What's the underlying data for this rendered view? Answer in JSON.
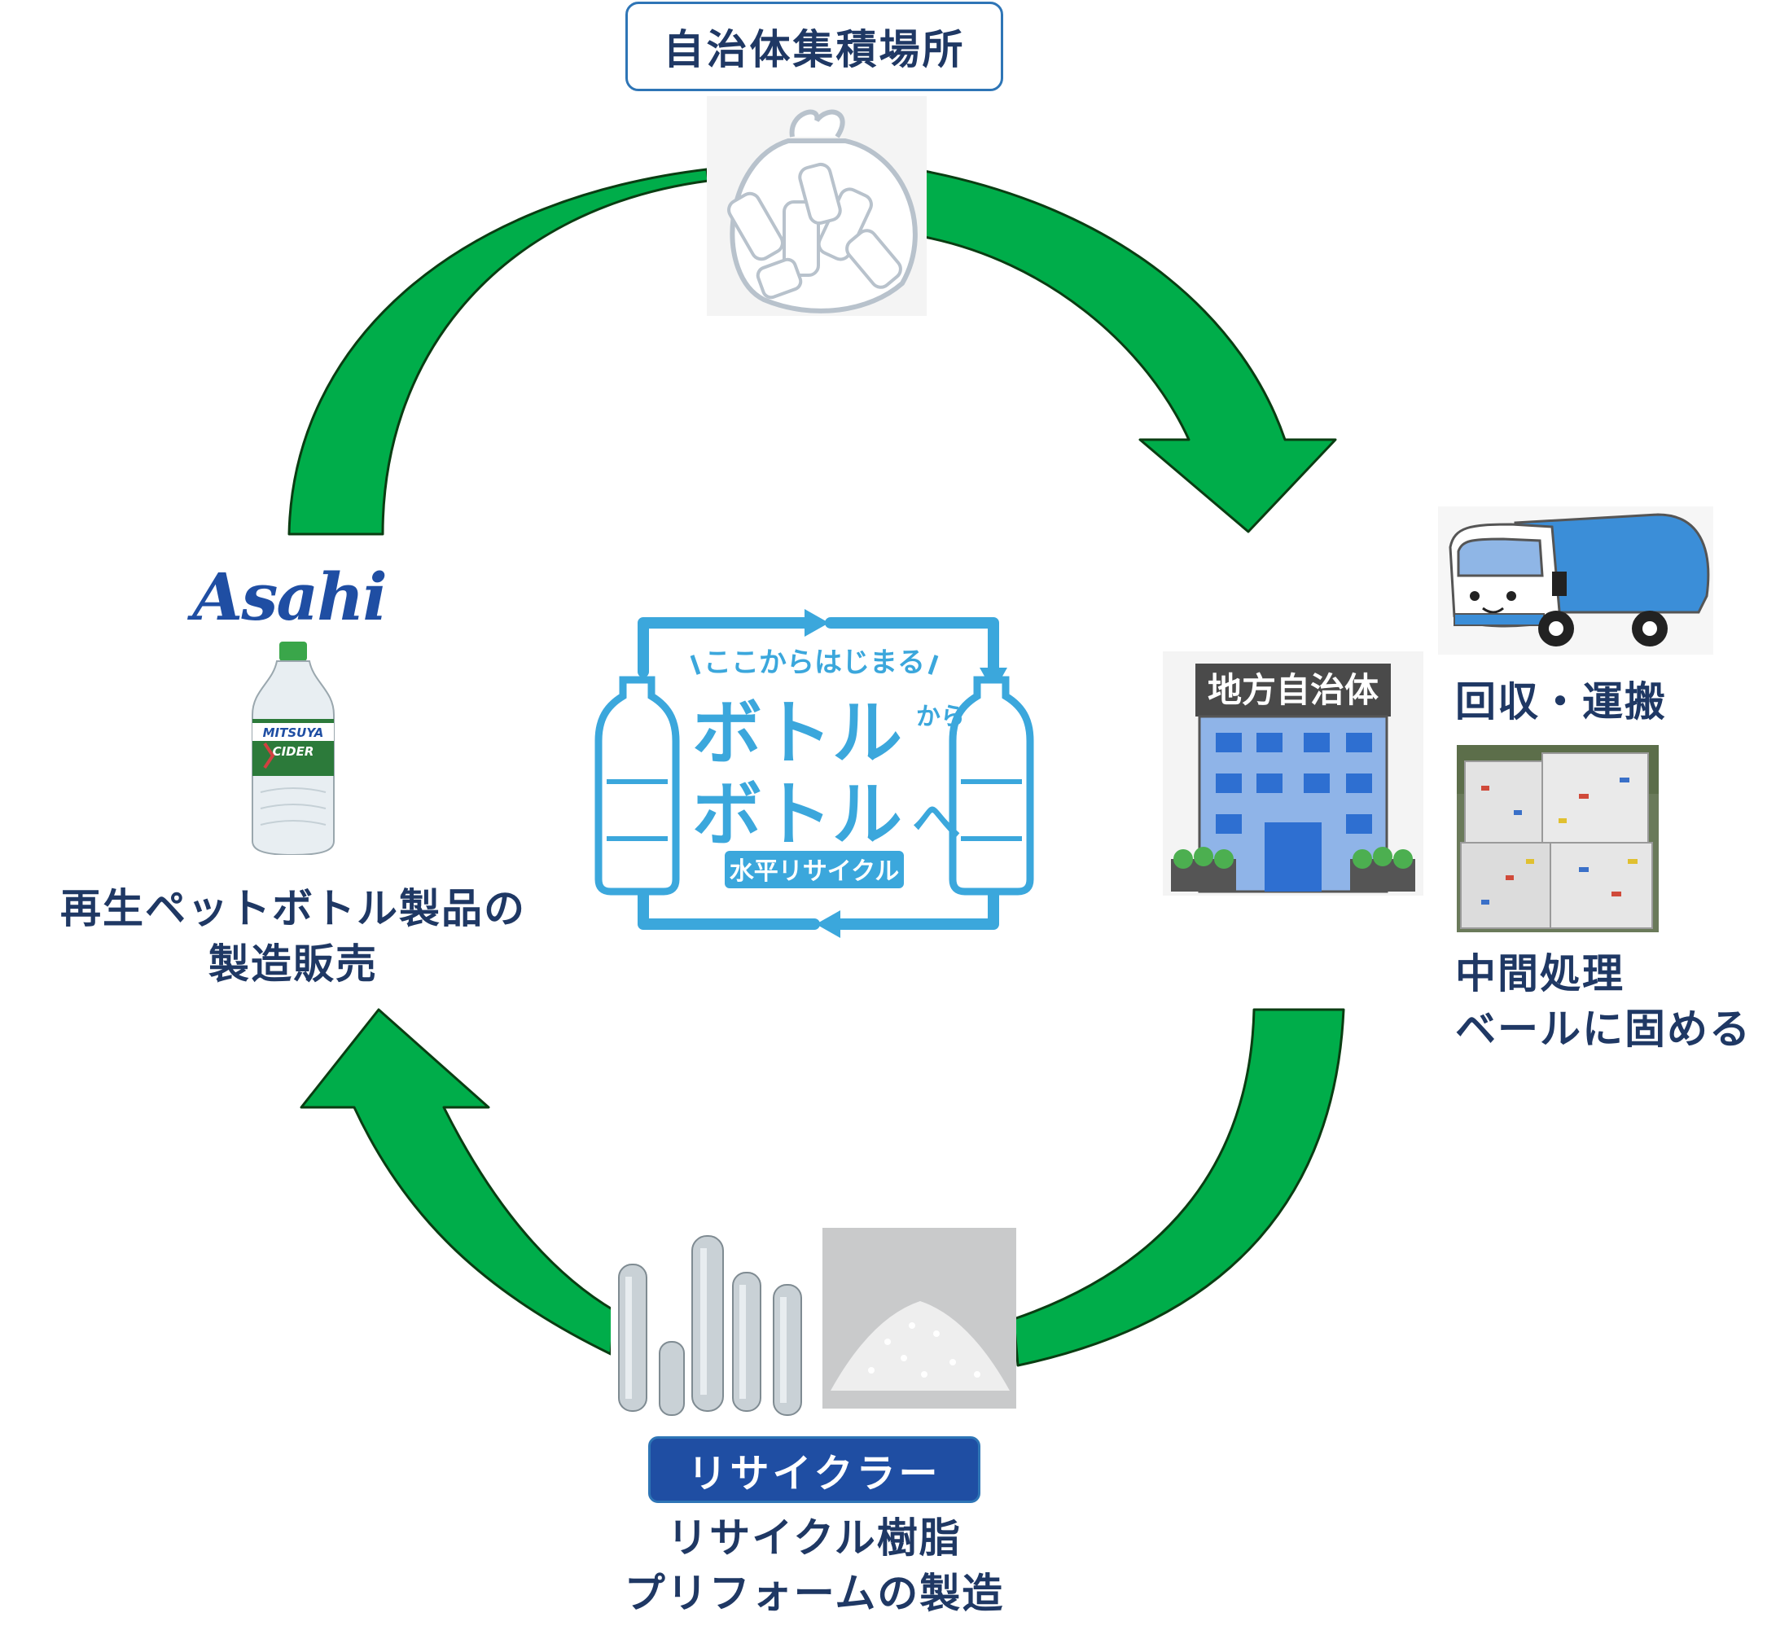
{
  "nodes": {
    "collection_site": {
      "label": "自治体集積場所"
    },
    "collection_transport": {
      "label": "回収・運搬"
    },
    "municipality_building": {
      "sign": "地方自治体"
    },
    "intermediate_processing": {
      "line1": "中間処理",
      "line2": "ベールに固める"
    },
    "recycler": {
      "badge": "リサイクラー",
      "line1": "リサイクル樹脂",
      "line2": "プリフォームの製造"
    },
    "asahi": {
      "logo": "Asahi",
      "line1": "再生ペットボトル製品の",
      "line2": "製造販売"
    }
  },
  "product": {
    "brand_line1": "MITSUYA",
    "brand_line2": "CIDER"
  },
  "center_logo": {
    "tagline": "ここからはじまる",
    "line1": "ボトル",
    "kara": "から",
    "line2": "ボトル",
    "he": "へ",
    "subtitle": "水平リサイクル"
  },
  "colors": {
    "arrow_fill": "#00ad4a",
    "arrow_stroke": "#0a3d12",
    "text_dark": "#1f3864",
    "logo_blue": "#3ba7dc",
    "badge_blue": "#1f4ea3"
  }
}
